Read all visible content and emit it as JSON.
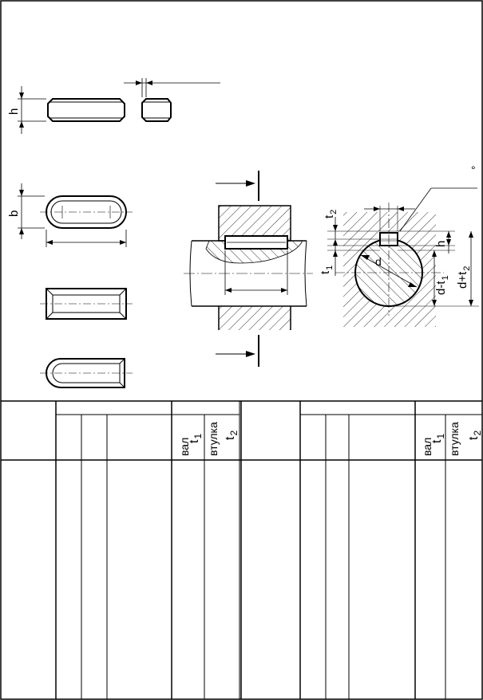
{
  "labels": {
    "h": "h",
    "b": "b",
    "t2": "t",
    "t2_sub": "2",
    "t1": "t",
    "t1_sub": "1",
    "d": "d",
    "h_right": "h",
    "d_minus_t1": "d-t",
    "d_minus_t1_sub": "1",
    "d_plus_t2": "d+t",
    "d_plus_t2_sub": "2",
    "degree": "°"
  },
  "table": {
    "left": {
      "shaft": "вал",
      "shaft_t": "t",
      "shaft_sub": "1",
      "hub": "втулка",
      "hub_t": "t",
      "hub_sub": "2"
    },
    "right": {
      "shaft": "вал",
      "shaft_t": "t",
      "shaft_sub": "1",
      "hub": "втулка",
      "hub_t": "t",
      "hub_sub": "2"
    }
  }
}
